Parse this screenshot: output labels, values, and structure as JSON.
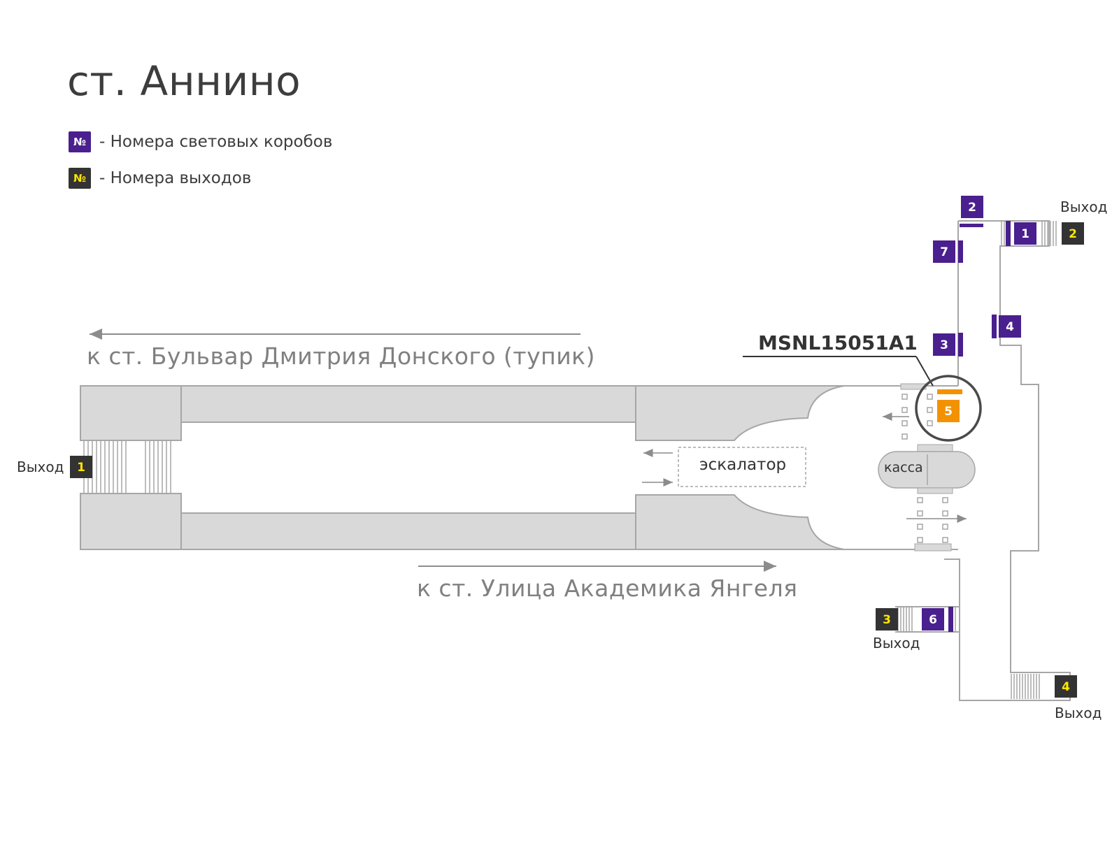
{
  "title": "ст. Аннино",
  "legend": {
    "lightbox_symbol": "№",
    "lightbox_text": "- Номера световых коробов",
    "exit_symbol": "№",
    "exit_text": "- Номера выходов"
  },
  "directions": {
    "west": "к ст. Бульвар Дмитрия Донского (тупик)",
    "east": "к ст. Улица Академика Янгеля"
  },
  "labels": {
    "escalator": "эскалатор",
    "cashier": "касса",
    "exit_word": "Выход",
    "highlight_code": "MSNL15051A1"
  },
  "exits": [
    "1",
    "2",
    "3",
    "4"
  ],
  "lightboxes": [
    "1",
    "2",
    "3",
    "4",
    "5",
    "6",
    "7"
  ],
  "highlighted_lightbox": "5",
  "colors": {
    "lightbox": "#4a1f8e",
    "exit_bg": "#333333",
    "exit_text": "#ffe600",
    "highlight": "#f39200",
    "floor": "#d9d9d9",
    "wall": "#a6a6a6"
  }
}
